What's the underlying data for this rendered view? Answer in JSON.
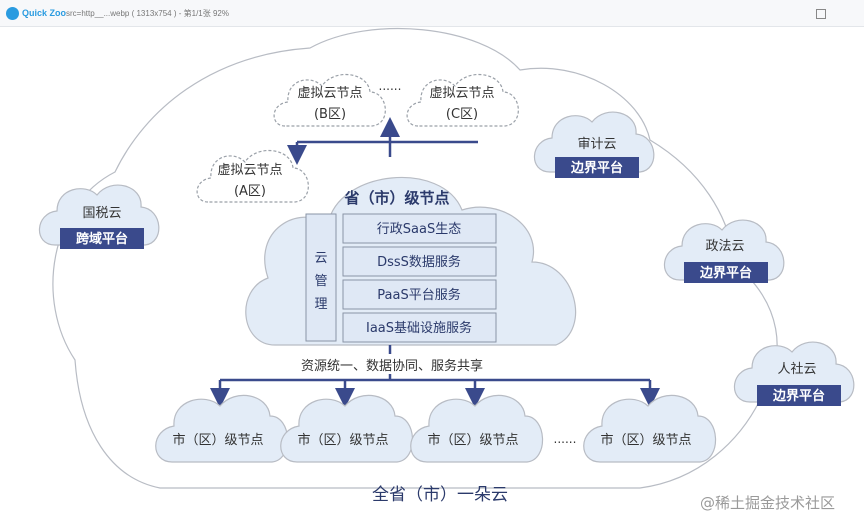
{
  "window": {
    "app_name": "Quick Zoo",
    "caption": "src=http__...webp ( 1313x754 ) - 第1/1张 92%"
  },
  "diagram": {
    "virtual_nodes": [
      {
        "name": "虚拟云节点",
        "zone": "(B区)"
      },
      {
        "name": "虚拟云节点",
        "zone": "(C区)"
      },
      {
        "name": "虚拟云节点",
        "zone": "(A区)"
      }
    ],
    "virtual_ellipsis": "......",
    "province_title": "省（市）级节点",
    "cloud_manage": [
      "云",
      "管",
      "理"
    ],
    "services": [
      "行政SaaS生态",
      "DssS数据服务",
      "PaaS平台服务",
      "IaaS基础设施服务"
    ],
    "share_label": "资源统一、数据协同、服务共享",
    "city_nodes": [
      "市（区）级节点",
      "市（区）级节点",
      "市（区）级节点",
      "市（区）级节点"
    ],
    "city_ellipsis": "......",
    "side_clouds": [
      {
        "name": "审计云",
        "platform": "边界平台"
      },
      {
        "name": "国税云",
        "platform": "跨域平台"
      },
      {
        "name": "政法云",
        "platform": "边界平台"
      },
      {
        "name": "人社云",
        "platform": "边界平台"
      }
    ],
    "bottom_caption": "全省（市）一朵云"
  },
  "watermark": "@稀土掘金技术社区",
  "colors": {
    "navy": "#3a4a8c",
    "cloud_fill": "#e3ecf7",
    "outline": "#b8bcc4"
  }
}
